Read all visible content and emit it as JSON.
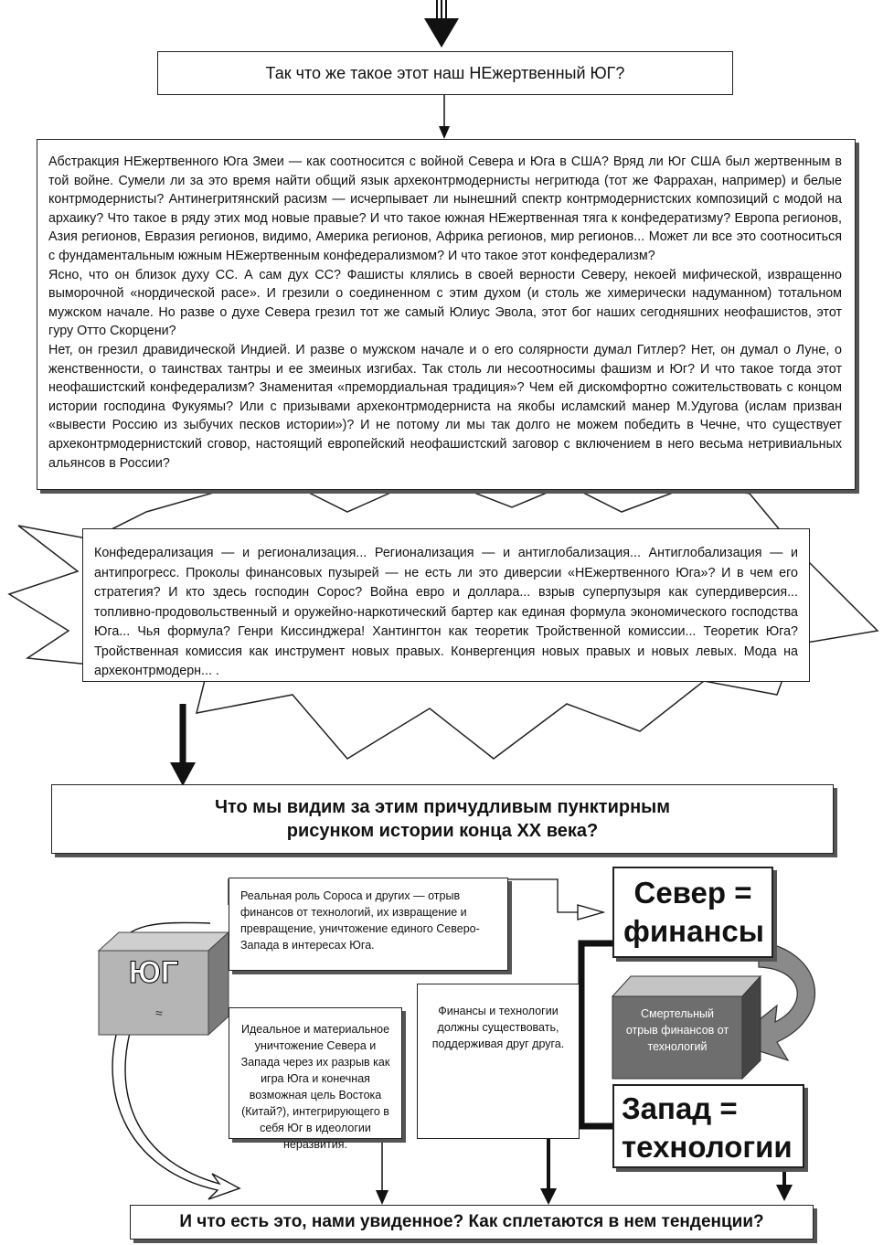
{
  "top_question": "Так что же такое этот наш НЕжертвенный ЮГ?",
  "main_text": {
    "p1": "Абстракция НЕжертвенного Юга Змеи — как соотносится с войной Севера и Юга в США? Вряд ли Юг США был жертвенным в той войне. Сумели ли за это время найти общий язык археконтрмодернисты негритюда (тот же Фаррахан, например) и белые контрмодернисты? Антинегритянский расизм — исчерпывает ли нынешний спектр контрмодернистских композиций с модой на архаику? Что такое в ряду этих мод новые правые? И что такое южная НЕжертвенная тяга к конфедератизму? Европа регионов, Азия регионов, Евразия регионов, видимо, Америка регионов, Африка регионов, мир регионов... Может ли все это соотноситься с фундаментальным южным НЕжертвенным конфедерализмом? И что такое этот конфедерализм?",
    "p2": "Ясно, что он близок духу СС. А сам дух СС? Фашисты клялись в своей верности Северу, некоей мифической, извращенно выморочной «нордической расе». И грезили о соединенном с этим духом (и столь же химерически надуманном) тотальном мужском начале. Но разве о духе Севера грезил тот же самый Юлиус Эвола, этот бог наших сегодняшних неофашистов, этот гуру Отто Скорцени?",
    "p3": "Нет, он грезил дравидической Индией. И разве о мужском начале и о его солярности думал Гитлер? Нет, он думал о Луне, о женственности, о таинствах тантры и ее змеиных изгибах. Так столь ли несоотносимы фашизм и Юг? И что такое тогда этот неофашистский конфедерализм? Знаменитая «премордиальная традиция»? Чем ей дискомфортно сожительствовать с концом истории господина Фукуямы? Или с призывами археконтрмодерниста на якобы исламский манер М.Удугова (ислам призван «вывести Россию из зыбучих песков истории»)? И не потому ли мы так долго не можем победить в Чечне, что существует археконтрмодернистский сговор, настоящий европейский неофашистский заговор с включением в него весьма нетривиальных альянсов в России?"
  },
  "star_text": "Конфедерализация — и регионализация... Регионализация — и антиглобализация... Антиглобализация — и антипрогресс. Проколы финансовых пузырей — не есть ли это диверсии «НЕжертвенного Юга»? И в чем его стратегия? И кто здесь господин Сорос? Война евро и доллара... взрыв суперпузыря как супердиверсия... топливно-продовольственный и оружейно-наркотический бартер как единая формула экономического господства Юга... Чья формула? Генри Киссинджера! Хантингтон как теоретик Тройственной комиссии... Теоретик Юга? Тройственная комиссия как инструмент новых правых. Конвергенция новых правых и новых левых. Мода на археконтрмодерн... .",
  "middle_question": "Что мы видим за этим причудливым пунктирным рисунком истории конца XX века?",
  "south_label": "ЮГ",
  "south_cube_mark": "≈",
  "soros_note": "Реальная роль Сороса и других — отрыв финансов от технологий, их извращение и превращение, уничтожение единого Северо-Запада в интересах Юга.",
  "north_label": "Север = финансы",
  "west_label": "Запад = технологии",
  "gap_note": "Смертельный отрыв финансов от технологий",
  "destruction_note": "Идеальное и материальное уничтожение Севера и Запада через их разрыв как игра Юга и конечная возможная цель Востока (Китай?), интегрирующего в себя Юг в идеологии неразвития.",
  "coexist_note": "Финансы и технологии должны существовать, поддерживая друг друга.",
  "bottom_question": "И что есть это, нами увиденное? Как сплетаются в нем тенденции?"
}
